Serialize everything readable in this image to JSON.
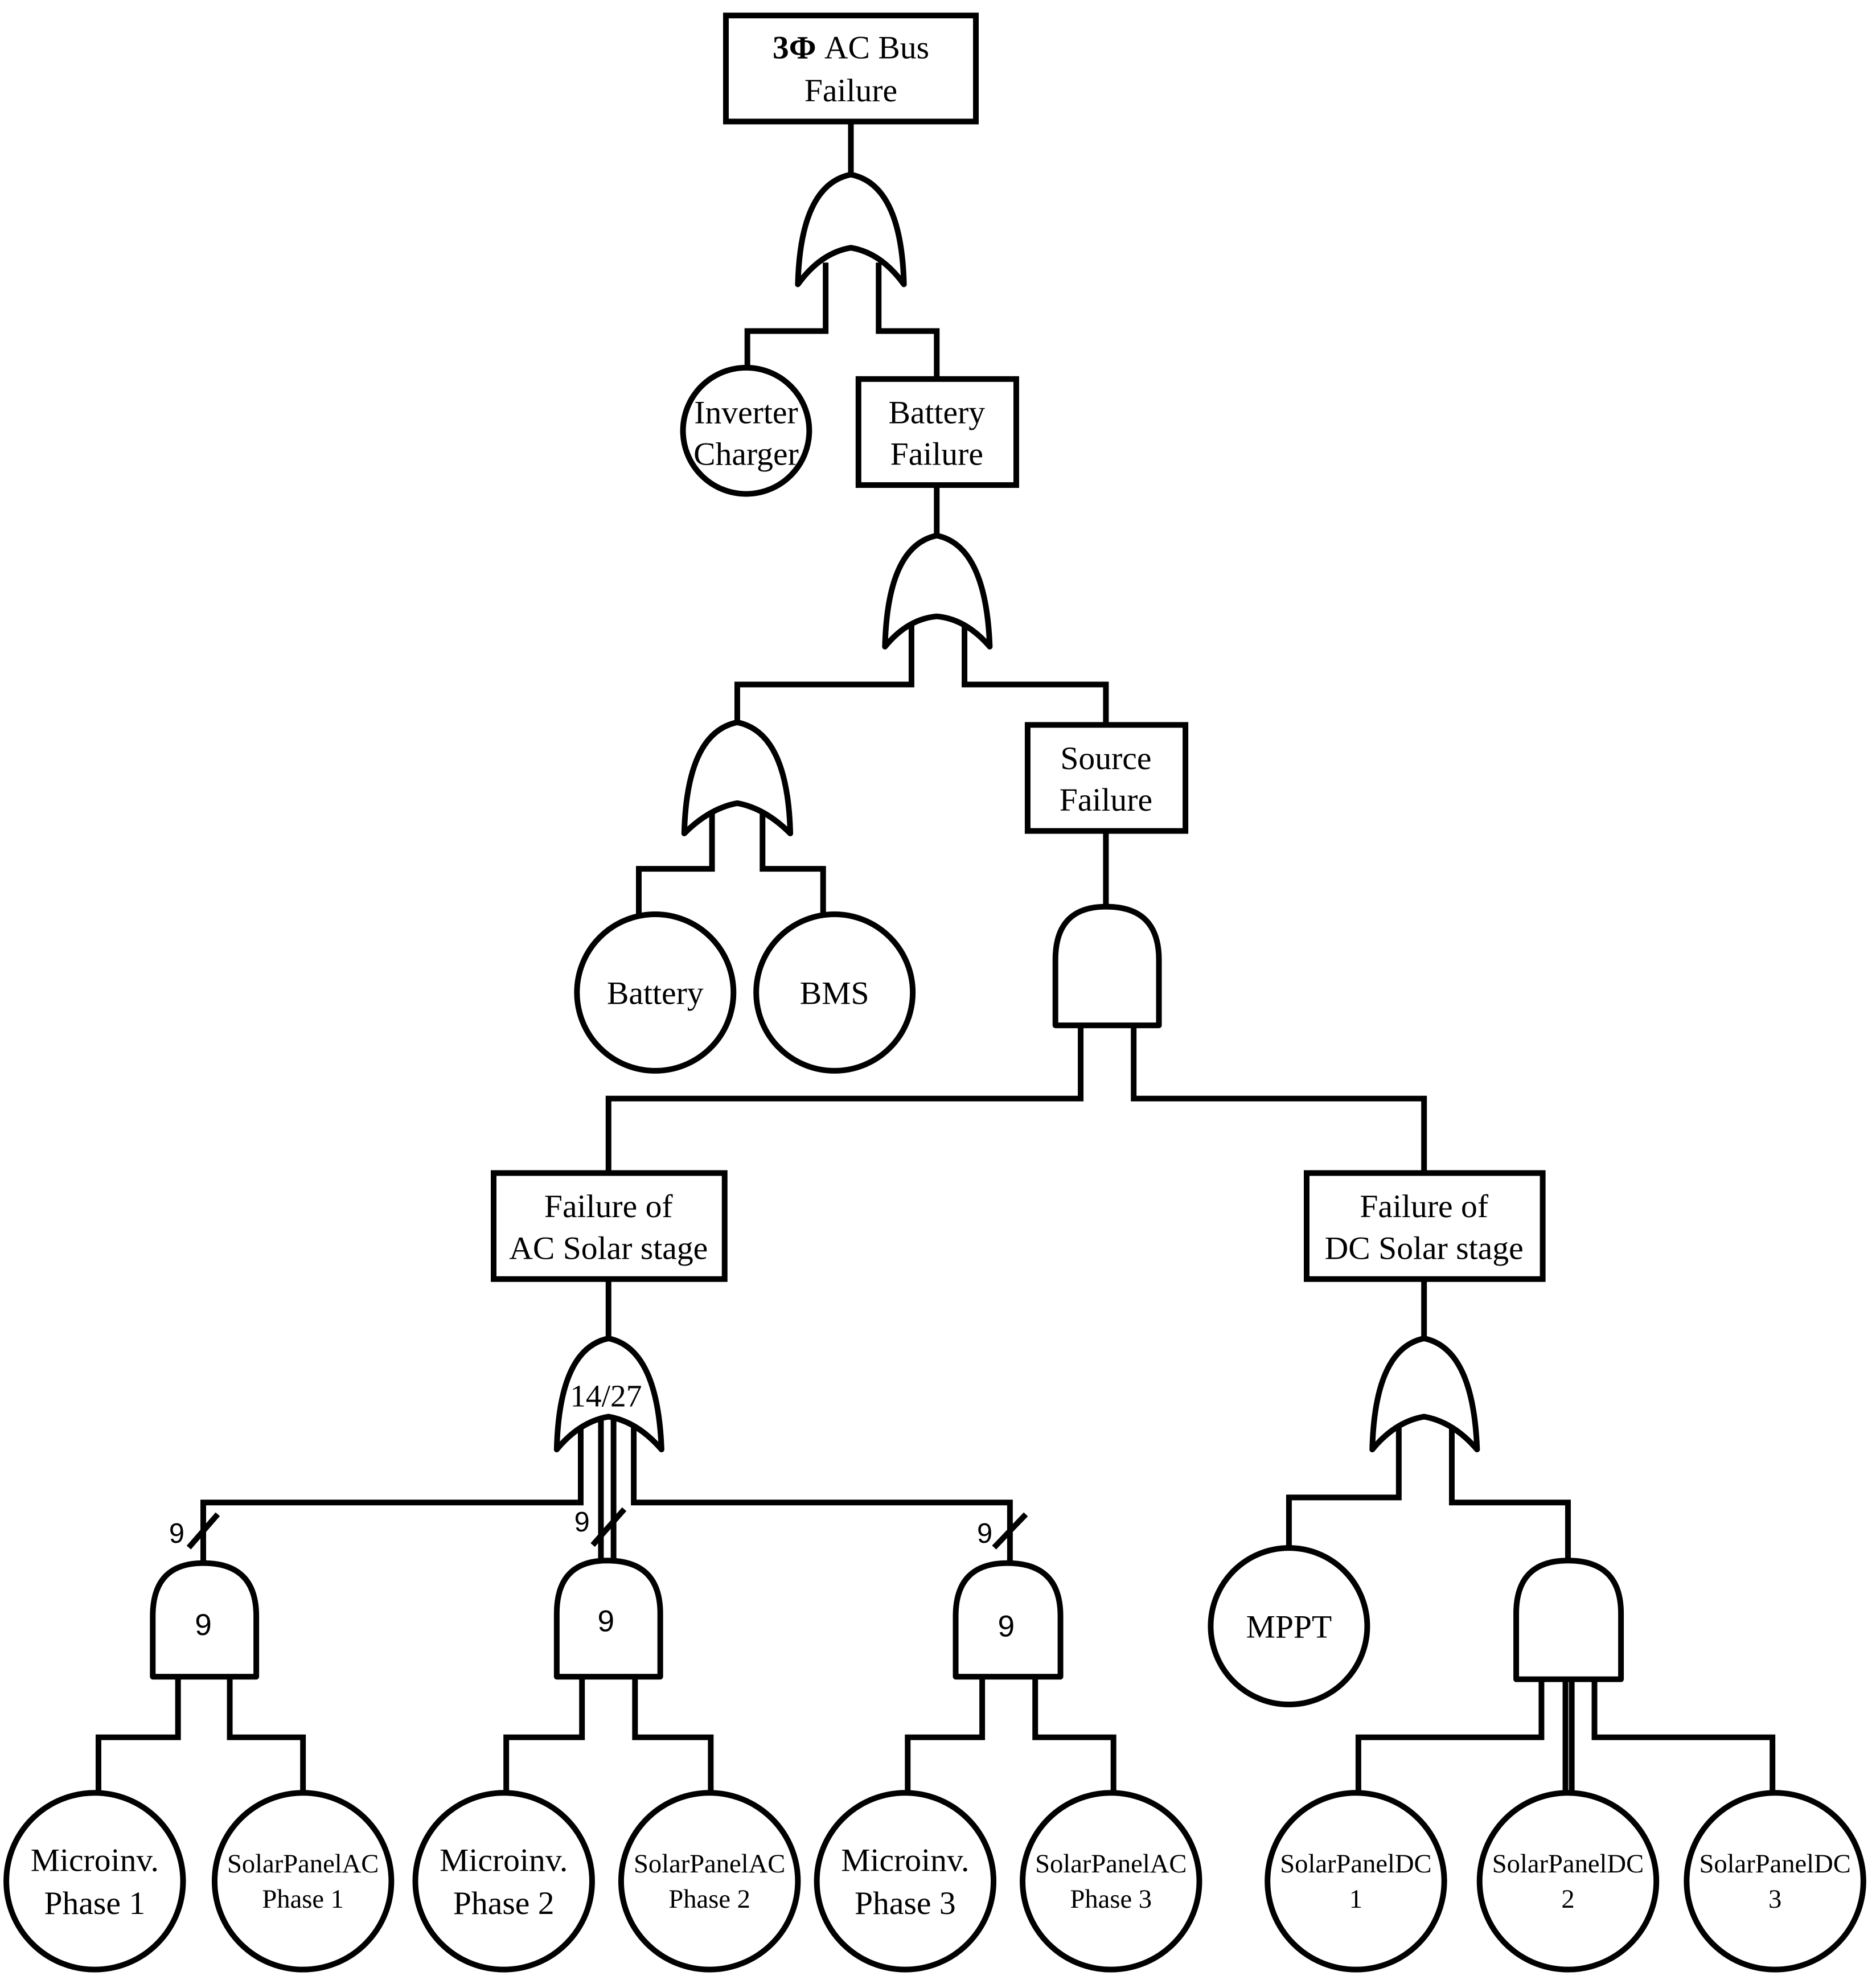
{
  "events": {
    "top": {
      "prefix": "3Φ",
      "line1_rest": " AC Bus",
      "line2": "Failure"
    },
    "battery_failure": {
      "line1": "Battery",
      "line2": "Failure"
    },
    "source_failure": {
      "line1": "Source",
      "line2": "Failure"
    },
    "ac_stage": {
      "line1": "Failure of",
      "line2": "AC Solar stage"
    },
    "dc_stage": {
      "line1": "Failure of",
      "line2": "DC Solar stage"
    }
  },
  "basic_events": {
    "inverter_charger": {
      "line1": "Inverter",
      "line2": "Charger"
    },
    "battery": {
      "label": "Battery"
    },
    "bms": {
      "label": "BMS"
    },
    "mppt": {
      "label": "MPPT"
    },
    "micro_1": {
      "line1": "Microinv.",
      "line2": "Phase 1"
    },
    "panel_ac_1": {
      "line1": "SolarPanelAC",
      "line2": "Phase 1"
    },
    "micro_2": {
      "line1": "Microinv.",
      "line2": "Phase 2"
    },
    "panel_ac_2": {
      "line1": "SolarPanelAC",
      "line2": "Phase 2"
    },
    "micro_3": {
      "line1": "Microinv.",
      "line2": "Phase 3"
    },
    "panel_ac_3": {
      "line1": "SolarPanelAC",
      "line2": "Phase 3"
    },
    "panel_dc_1": {
      "line1": "SolarPanelDC",
      "line2": "1"
    },
    "panel_dc_2": {
      "line1": "SolarPanelDC",
      "line2": "2"
    },
    "panel_dc_3": {
      "line1": "SolarPanelDC",
      "line2": "3"
    }
  },
  "gates": {
    "vote_gate_label": "14/27",
    "and_phase_1_label": "9",
    "and_phase_2_label": "9",
    "and_phase_3_label": "9"
  },
  "multiplicity": {
    "phase_1": "9",
    "phase_2": "9",
    "phase_3": "9"
  }
}
